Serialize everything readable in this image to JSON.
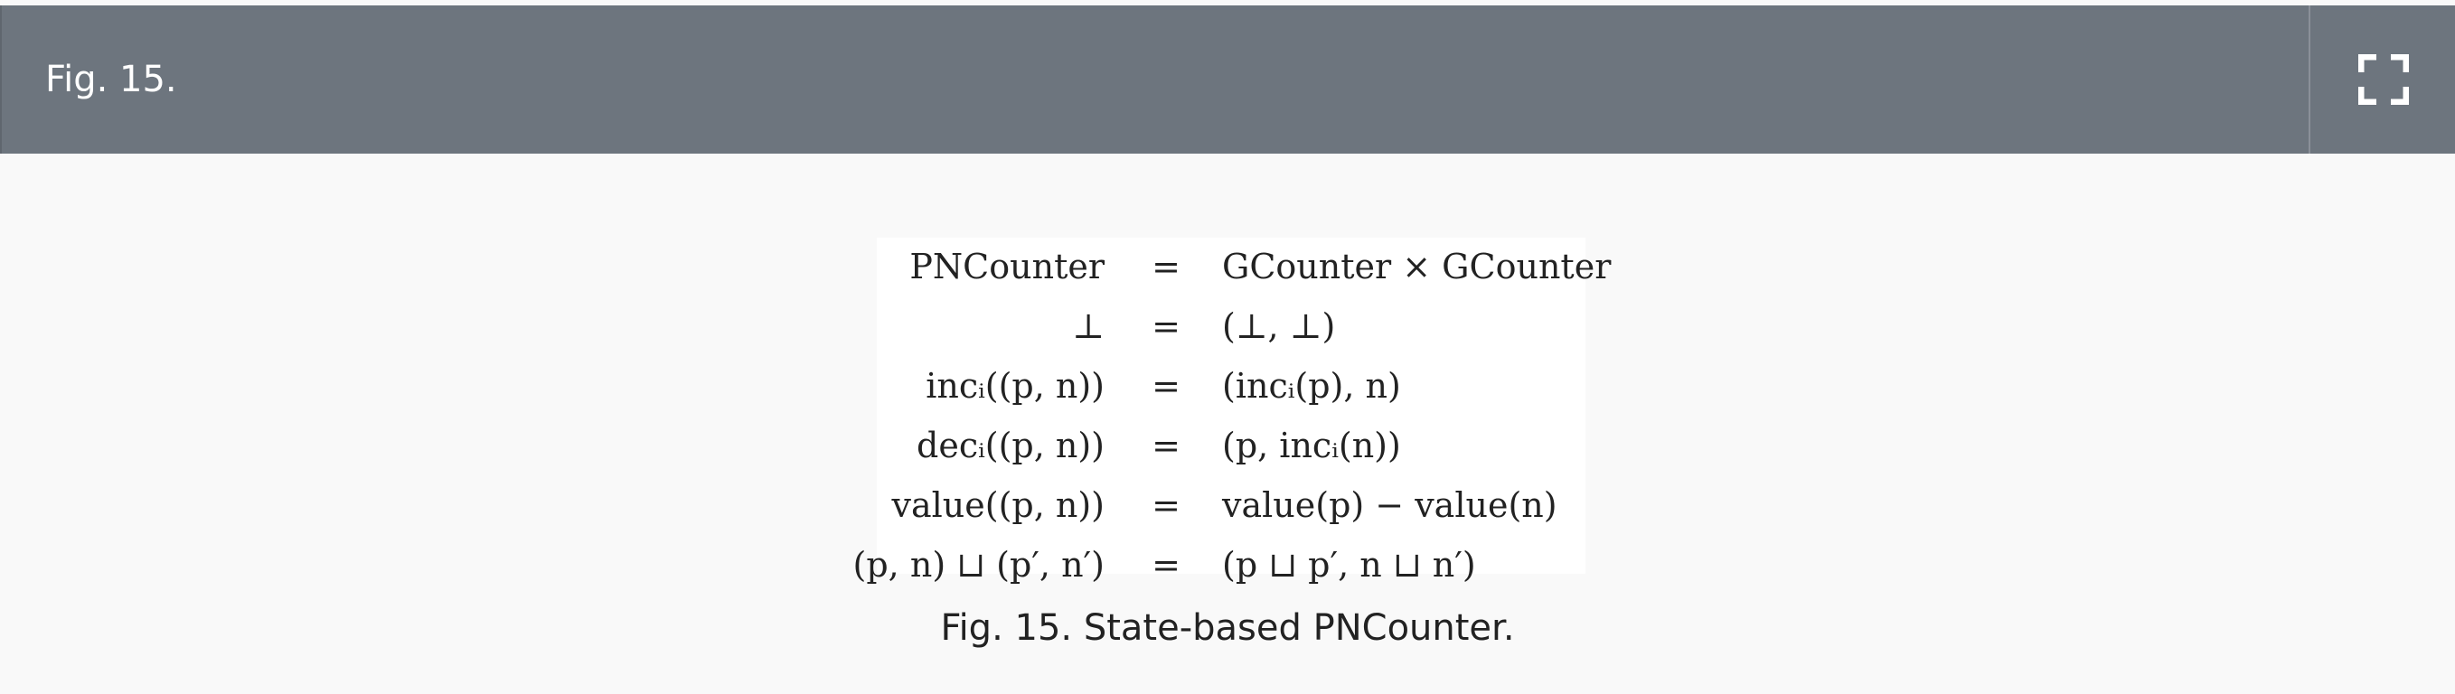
{
  "header": {
    "title": "Fig. 15.",
    "fullscreen_icon": "fullscreen-icon"
  },
  "figure": {
    "rows": [
      {
        "lhs": "PNCounter",
        "eq": "=",
        "rhs": "GCounter × GCounter"
      },
      {
        "lhs": "⊥",
        "eq": "=",
        "rhs": "(⊥, ⊥)"
      },
      {
        "lhs": "incᵢ((p, n))",
        "eq": "=",
        "rhs": "(incᵢ(p), n)"
      },
      {
        "lhs": "decᵢ((p, n))",
        "eq": "=",
        "rhs": "(p, incᵢ(n))"
      },
      {
        "lhs": "value((p, n))",
        "eq": "=",
        "rhs": "value(p) − value(n)"
      },
      {
        "lhs": "(p, n) ⊔ (p′, n′)",
        "eq": "=",
        "rhs": "(p ⊔ p′, n ⊔ n′)"
      }
    ],
    "caption": "Fig. 15. State-based PNCounter."
  }
}
